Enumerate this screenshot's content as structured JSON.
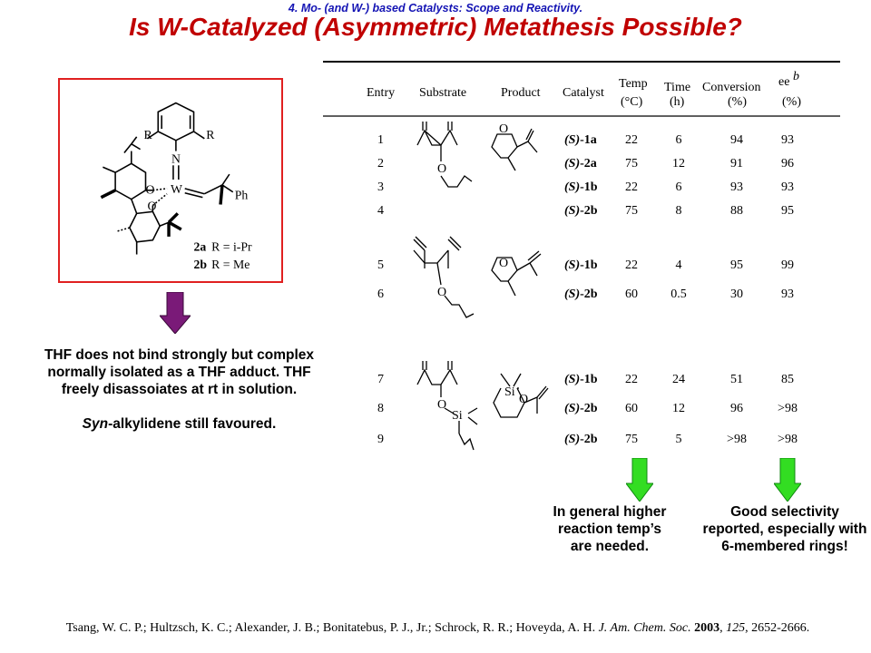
{
  "header": {
    "subtitle": "4. Mo- (and W-) based Catalysts: Scope and Reactivity.",
    "title": "Is W-Catalyzed (Asymmetric) Metathesis Possible?"
  },
  "structure": {
    "labels": {
      "r_left": "R",
      "r_right": "R",
      "n": "N",
      "w": "W",
      "o_top": "O",
      "o_bottom": "O",
      "ph": "Ph"
    },
    "legend": [
      {
        "code": "2a",
        "desc": "R = i-Pr"
      },
      {
        "code": "2b",
        "desc": "R = Me"
      }
    ]
  },
  "left_note": {
    "line1": "THF does not bind strongly but complex normally isolated as a THF adduct.  THF freely disassoiates at rt in solution.",
    "syn_prefix": "Syn",
    "syn_rest": "-alkylidene still favoured."
  },
  "table": {
    "headers": {
      "entry": "Entry",
      "substrate": "Substrate",
      "product": "Product",
      "catalyst": "Catalyst",
      "temp": "Temp",
      "temp_unit": "(°C)",
      "time": "Time",
      "time_unit": "(h)",
      "conversion": "Conversion",
      "conversion_unit": "(%)",
      "ee": "ee",
      "ee_sup": "b",
      "ee_unit": "(%)"
    },
    "rows": [
      {
        "entry": "1",
        "cat_prefix": "(S)",
        "cat_suffix": "-1a",
        "temp": "22",
        "time": "6",
        "conv": "94",
        "ee": "93"
      },
      {
        "entry": "2",
        "cat_prefix": "(S)",
        "cat_suffix": "-2a",
        "temp": "75",
        "time": "12",
        "conv": "91",
        "ee": "96"
      },
      {
        "entry": "3",
        "cat_prefix": "(S)",
        "cat_suffix": "-1b",
        "temp": "22",
        "time": "6",
        "conv": "93",
        "ee": "93"
      },
      {
        "entry": "4",
        "cat_prefix": "(S)",
        "cat_suffix": "-2b",
        "temp": "75",
        "time": "8",
        "conv": "88",
        "ee": "95"
      },
      {
        "entry": "5",
        "cat_prefix": "(S)",
        "cat_suffix": "-1b",
        "temp": "22",
        "time": "4",
        "conv": "95",
        "ee": "99"
      },
      {
        "entry": "6",
        "cat_prefix": "(S)",
        "cat_suffix": "-2b",
        "temp": "60",
        "time": "0.5",
        "conv": "30",
        "ee": "93"
      },
      {
        "entry": "7",
        "cat_prefix": "(S)",
        "cat_suffix": "-1b",
        "temp": "22",
        "time": "24",
        "conv": "51",
        "ee": "85"
      },
      {
        "entry": "8",
        "cat_prefix": "(S)",
        "cat_suffix": "-2b",
        "temp": "60",
        "time": "12",
        "conv": "96",
        "ee": ">98"
      },
      {
        "entry": "9",
        "cat_prefix": "(S)",
        "cat_suffix": "-2b",
        "temp": "75",
        "time": "5",
        "conv": ">98",
        "ee": ">98"
      }
    ],
    "atoms": {
      "o": "O",
      "si": "Si"
    }
  },
  "notes": {
    "temp": "In general higher reaction temp’s are needed.",
    "selectivity": "Good selectivity reported, especially with 6-membered rings!"
  },
  "colors": {
    "subtitle": "#1414b4",
    "title": "#c00000",
    "box_border": "#e02020",
    "arrow_purple": "#7a1a78",
    "arrow_green": "#33dd22"
  },
  "citation": {
    "authors": "Tsang, W. C. P.; Hultzsch, K. C.; Alexander, J. B.; Bonitatebus, P. J., Jr.; Schrock, R. R.; Hoveyda, A. H. ",
    "journal": "J. Am. Chem. Soc.",
    "year": "2003",
    "volume": "125",
    "pages": ", 2652-2666."
  }
}
